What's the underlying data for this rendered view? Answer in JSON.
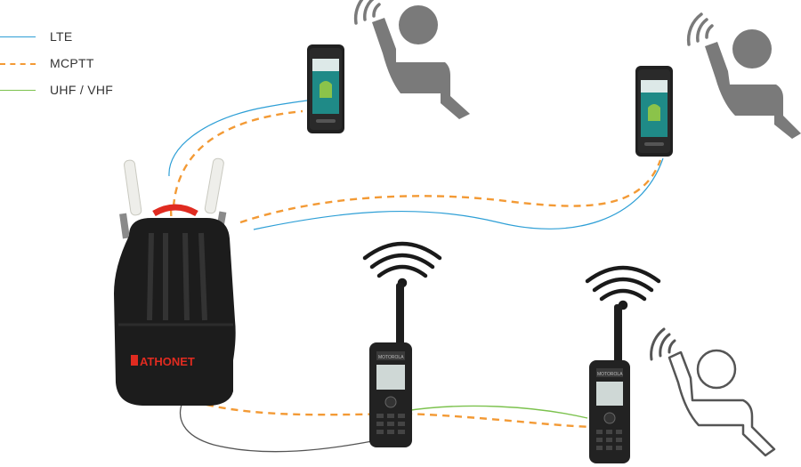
{
  "legend": {
    "items": [
      {
        "label": "LTE",
        "color": "#2e9fd6",
        "style": "solid"
      },
      {
        "label": "MCPTT",
        "color": "#f39a35",
        "style": "dashed"
      },
      {
        "label": "UHF / VHF",
        "color": "#7cc24e",
        "style": "solid"
      }
    ]
  },
  "backpack": {
    "brand": "ATHONET",
    "icon": "backpack-base-station-icon"
  },
  "devices": {
    "smartphone_icon": "rugged-smartphone-icon",
    "radio_icon": "handheld-radio-icon",
    "radio_brand": "MOTOROLA"
  },
  "people": {
    "icon": "person-talking-icon",
    "signal_icon": "signal-waves-icon"
  },
  "colors": {
    "lte": "#2e9fd6",
    "mcptt": "#f39a35",
    "uhf_vhf": "#7cc24e",
    "person_fill": "#7a7a7a",
    "backpack": "#1c1c1c"
  }
}
